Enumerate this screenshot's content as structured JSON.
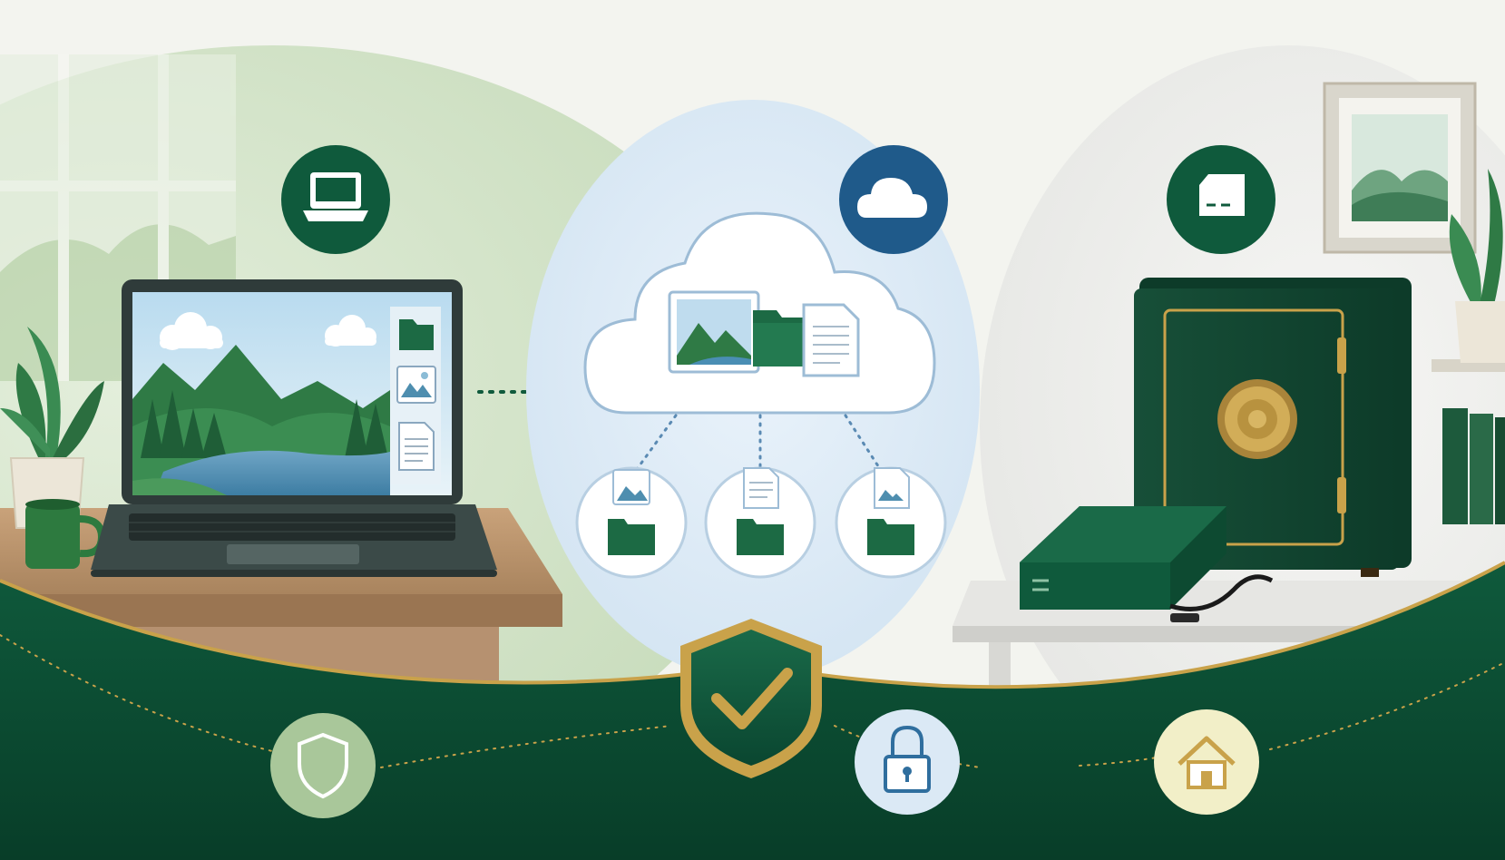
{
  "scene": {
    "theme": {
      "brand_green": "#0f5a3c",
      "deep_green": "#0b4a31",
      "cloud_blue": "#1f5a8a",
      "gold": "#c9a24a",
      "sage": "#a9c79a",
      "light_blue": "#dbe9f5",
      "cream": "#f2efc8"
    },
    "stages": [
      {
        "id": "local",
        "icon": "laptop-icon"
      },
      {
        "id": "cloud",
        "icon": "cloud-icon"
      },
      {
        "id": "offsite",
        "icon": "external-drive-icon"
      }
    ],
    "cloud_files": [
      "image-file-icon",
      "folder-icon",
      "document-file-icon"
    ],
    "cloud_folders": [
      "image-folder",
      "document-folder",
      "mixed-folder"
    ],
    "bottom_badges": [
      "shield-outline-icon",
      "padlock-icon",
      "home-icon"
    ],
    "center_badge": "shield-check-icon"
  }
}
